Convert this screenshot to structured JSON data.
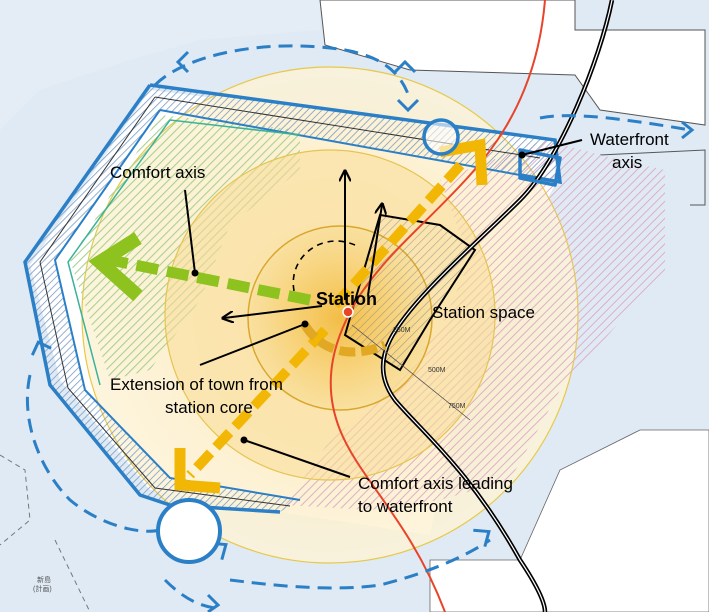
{
  "map": {
    "labels": {
      "station": "Station",
      "station_space": "Station space",
      "comfort_axis": "Comfort axis",
      "waterfront_axis_line1": "Waterfront",
      "waterfront_axis_line2": "axis",
      "extension_line1": "Extension of town from",
      "extension_line2": "station core",
      "comfort_waterfront_line1": "Comfort axis leading",
      "comfort_waterfront_line2": "to waterfront"
    },
    "radius_labels": {
      "r250": "250M",
      "r500": "500M",
      "r750": "750M"
    },
    "small_labels": {
      "bottom_left_line1": "新島",
      "bottom_left_line2": "(計画)"
    },
    "colors": {
      "sea": "#dfeaf4",
      "promenade_blue": "#2b7fc6",
      "comfort_green": "#8dc21f",
      "waterfront_orange": "#f2b705",
      "rail_red": "#e8442a",
      "rail_black": "#000000",
      "green_hatch": "#b9dba0",
      "pink_hatch": "#e0b4c8",
      "core_glow": "#f5c24a"
    }
  }
}
